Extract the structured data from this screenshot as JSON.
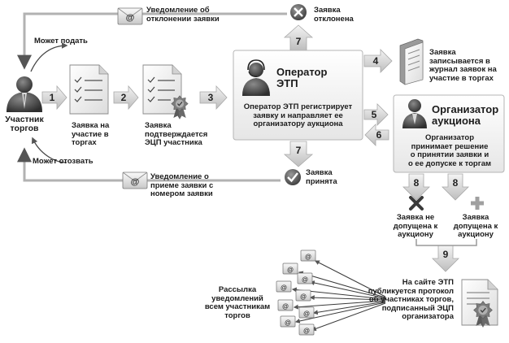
{
  "participant": {
    "label": "Участник\nторгов",
    "can_submit": "Может подать",
    "can_withdraw": "Может отозвать"
  },
  "application": {
    "label": "Заявка на\nучастие в\nторгах"
  },
  "signed": {
    "label": "Заявка\nподтверждается\nЭЦП участника"
  },
  "operator": {
    "title": "Оператор\nЭТП",
    "description": "Оператор ЭТП регистрирует\nзаявку и направляет ее\nорганизатору аукциона"
  },
  "rejected": {
    "label": "Заявка\nотклонена"
  },
  "accepted": {
    "label": "Заявка\nпринята"
  },
  "rejection_notice": {
    "label": "Уведомление об\nотклонении заявки"
  },
  "acceptance_notice": {
    "label": "Уведомление о\nприеме заявки с\nномером заявки"
  },
  "journal": {
    "label": "Заявка\nзаписывается в\nжурнал заявок на\nучастие в торгах"
  },
  "organizer": {
    "title": "Организатор\nаукциона",
    "description": "Организатор\nпринимает решение\nо принятии заявки и\nо ее допуске к торгам"
  },
  "not_admitted": {
    "label": "Заявка не\nдопущена к\nаукциону"
  },
  "admitted": {
    "label": "Заявка\nдопущена к\nаукциону"
  },
  "publication": {
    "label": "На сайте ЭТП\nпубликуется протокол\nоб участниках торгов,\nподписанный ЭЦП\nорганизатора"
  },
  "broadcast": {
    "label": "Рассылка\nуведомлений\nвсем участникам\nторгов"
  },
  "steps": {
    "s1": "1",
    "s2": "2",
    "s3": "3",
    "s4": "4",
    "s5": "5",
    "s6": "6",
    "s7_up": "7",
    "s7_down": "7",
    "s8_left": "8",
    "s8_right": "8",
    "s9": "9"
  },
  "icons": {
    "envelope": "envelope-at-icon",
    "reject": "x-circle-icon",
    "accept": "check-circle-icon",
    "seal": "certificate-seal-icon"
  },
  "colors": {
    "arrow": "#c9c9c9",
    "box_border": "#b5b5b5",
    "text": "#1b1b1b"
  }
}
